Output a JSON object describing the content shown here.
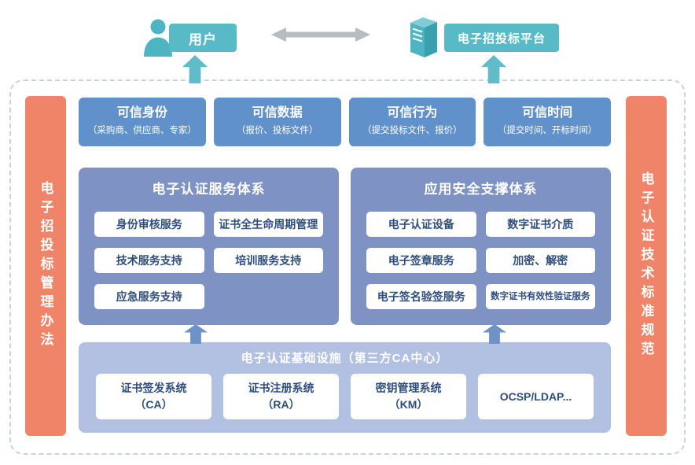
{
  "top": {
    "user": "用户",
    "platform": "电子招投标平台"
  },
  "sidebars": {
    "left": "电子招投标管理办法",
    "right": "电子认证技术标准规范"
  },
  "trust": [
    {
      "title": "可信身份",
      "subtitle": "（采购商、供应商、专家）"
    },
    {
      "title": "可信数据",
      "subtitle": "（报价、投标文件）"
    },
    {
      "title": "可信行为",
      "subtitle": "（提交投标文件、报价）"
    },
    {
      "title": "可信时间",
      "subtitle": "（提交时间、开标时间）"
    }
  ],
  "service_panel": {
    "title": "电子认证服务体系",
    "items": [
      "身份审核服务",
      "证书全生命周期管理",
      "技术服务支持",
      "培训服务支持",
      "应急服务支持"
    ]
  },
  "security_panel": {
    "title": "应用安全支撑体系",
    "items": [
      "电子认证设备",
      "数字证书介质",
      "电子签章服务",
      "加密、解密",
      "电子签名验签服务",
      "数字证书有效性验证服务"
    ]
  },
  "infra": {
    "title": "电子认证基础设施（第三方CA中心）",
    "items": [
      {
        "l1": "证书签发系统",
        "l2": "（CA）"
      },
      {
        "l1": "证书注册系统",
        "l2": "（RA）"
      },
      {
        "l1": "密钥管理系统",
        "l2": "（KM）"
      },
      {
        "l1": "OCSP/LDAP...",
        "l2": ""
      }
    ]
  },
  "icons": {
    "user": "user-icon",
    "platform": "server-icon",
    "horizontal": "bidirectional-arrow-icon",
    "up": "arrow-up-icon"
  },
  "colors": {
    "teal": "#57bac6",
    "blue": "#6191ca",
    "panel": "#7e92c4",
    "infra": "#b2c0e2",
    "orange": "#f08469",
    "text": "#2f4e7e"
  }
}
